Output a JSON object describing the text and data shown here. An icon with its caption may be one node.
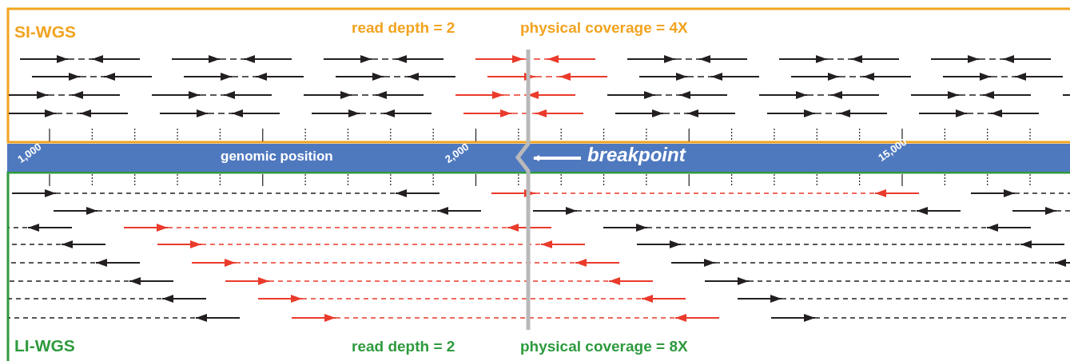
{
  "diagram": {
    "nodes": [
      {
        "text": [
          "breakpoint"
        ]
      },
      {
        "text": [],
        "shape": "bar"
      }
    ],
    "edges": [
      {
        "from": 0,
        "to": 1,
        "arrow": "to"
      }
    ],
    "labels": [
      "SI-WGS",
      "read depth = 2",
      "physical coverage = 4X",
      "1,000",
      "genomic position",
      "2,000",
      "15,000",
      "LI-WGS",
      "read depth = 2",
      "physical coverage = 8X"
    ]
  }
}
